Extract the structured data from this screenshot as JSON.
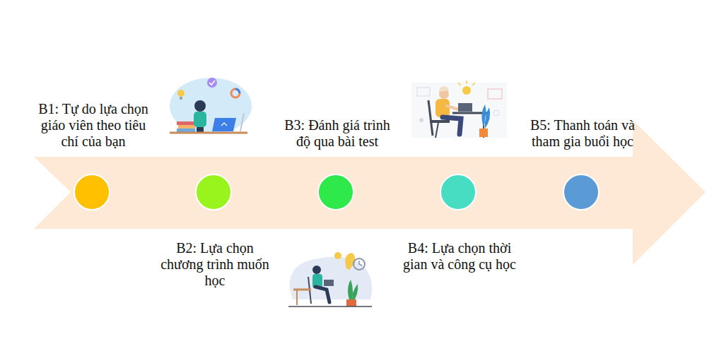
{
  "diagram": {
    "nodes": [
      {
        "text": [
          "B1: Tự do lựa chọn giáo viên theo tiêu chí của bạn"
        ]
      },
      {
        "text": [
          "B2: Lựa chọn chương trình muốn học"
        ]
      },
      {
        "text": [
          "B3: Đánh giá trình độ qua bài test"
        ]
      },
      {
        "text": [
          "B4: Lựa chọn thời gian và công cụ học"
        ]
      },
      {
        "text": [
          "B5: Thanh toán và tham gia buổi học"
        ]
      }
    ]
  }
}
